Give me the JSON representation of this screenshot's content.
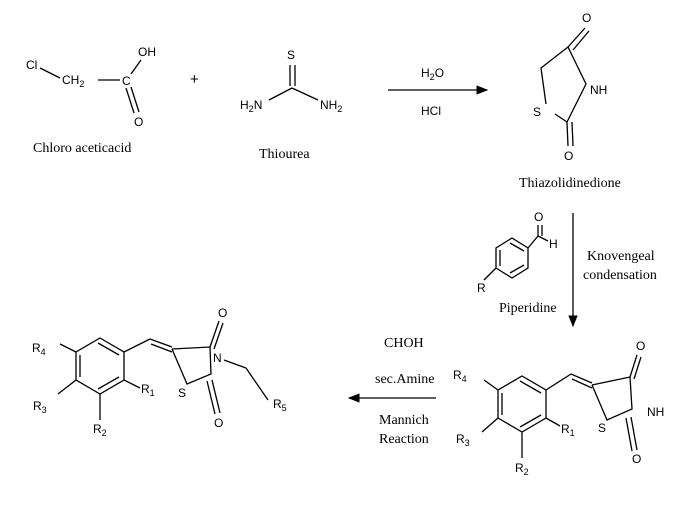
{
  "reactants": {
    "chloroacetic_acid": {
      "name": "Chloro aceticacid",
      "atoms": {
        "cl": "Cl",
        "ch": "CH",
        "ch_sub": "2",
        "c": "C",
        "oh": "OH",
        "o": "O"
      }
    },
    "plus": "+",
    "thiourea": {
      "name": "Thiourea",
      "atoms": {
        "s": "S",
        "h2n_h": "H",
        "h2n_2": "2",
        "h2n_n": "N",
        "nh2_n": "NH",
        "nh2_2": "2"
      }
    }
  },
  "step1": {
    "reagent_top": "H",
    "reagent_top_sub": "2",
    "reagent_top_o": "O",
    "reagent_bottom": "HCl"
  },
  "tzd": {
    "name": "Thiazolidinedione",
    "atoms": {
      "o_top": "O",
      "nh": "NH",
      "s": "S",
      "o_bottom": "O"
    }
  },
  "step2": {
    "benzaldehyde": {
      "o": "O",
      "h": "H",
      "r": "R"
    },
    "base": "Piperidine",
    "label_line1": "Knovengeal",
    "label_line2": "condensation"
  },
  "benzylidene": {
    "atoms": {
      "r4": "R",
      "r4_sub": "4",
      "r3": "R",
      "r3_sub": "3",
      "r1": "R",
      "r1_sub": "1",
      "r2": "R",
      "r2_sub": "2",
      "s": "S",
      "nh": "NH",
      "o_top": "O",
      "o_bottom": "O"
    }
  },
  "step3": {
    "reagent_top": "CHOH",
    "reagent_mid": "sec.Amine",
    "label_line1": "Mannich",
    "label_line2": "Reaction"
  },
  "mannich_product": {
    "atoms": {
      "r4": "R",
      "r4_sub": "4",
      "r3": "R",
      "r3_sub": "3",
      "r1": "R",
      "r1_sub": "1",
      "r2": "R",
      "r2_sub": "2",
      "s": "S",
      "n": "N",
      "o_top": "O",
      "o_bottom": "O",
      "r5": "R",
      "r5_sub": "5"
    }
  }
}
